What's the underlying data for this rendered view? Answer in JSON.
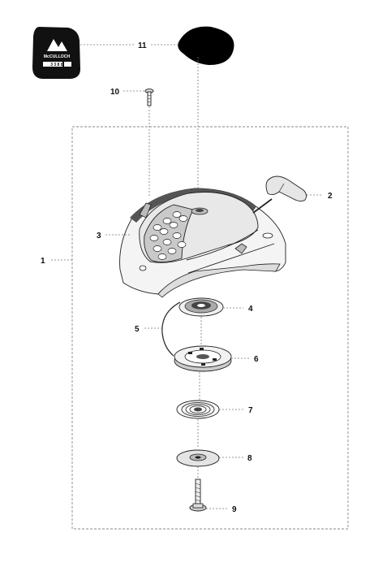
{
  "diagram": {
    "logo": {
      "brand": "McCULLOCH",
      "model_code": "3 3 8 b"
    },
    "callouts": [
      "1",
      "2",
      "3",
      "4",
      "5",
      "6",
      "7",
      "8",
      "9",
      "10",
      "11"
    ]
  }
}
